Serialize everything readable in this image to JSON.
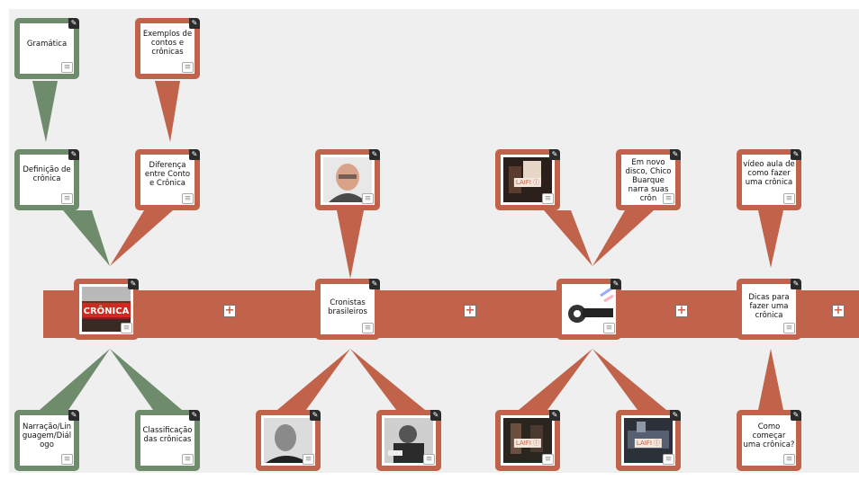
{
  "colors": {
    "brown": "#c0634a",
    "green": "#6e8b6b",
    "background": "#efefef"
  },
  "icons": {
    "edit": "pencil-icon",
    "notes": "notes-icon",
    "add": "plus-icon"
  },
  "nodes": {
    "gramatica": "Gramática",
    "exemplos": "Exemplos de contos e crônicas",
    "definicao": "Definição de crônica",
    "diferenca": "Diferença entre Conto e Crônica",
    "cronistas": "Cronistas brasileiros",
    "chico": "Em novo disco, Chico Buarque narra suas crôn",
    "video_aula": "vídeo aula de como fazer uma crônica",
    "dicas": "Dicas para fazer uma crônica",
    "narracao": "Narração/Linguagem/Diálogo",
    "classificacao": "Classificação das crônicas",
    "como_comecar": "Como começar uma crônica?",
    "video_tag": "LAIFI ⓘ"
  }
}
